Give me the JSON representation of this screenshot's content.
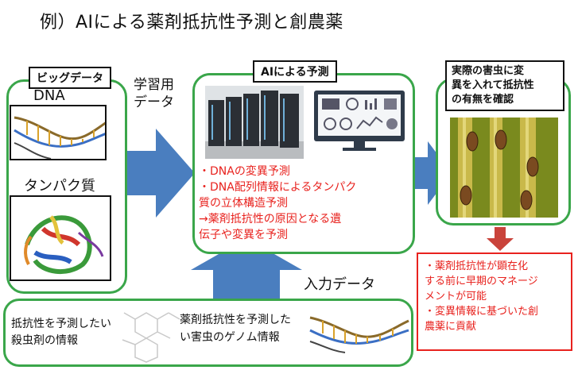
{
  "title": "例）AIによる薬剤抵抗性予測と創農薬",
  "left_panel": {
    "tag": "ビッグデータ",
    "dna_label": "DNA",
    "protein_label": "タンパク質"
  },
  "training_label": [
    "学習用",
    "データ"
  ],
  "center_panel": {
    "tag": "AIによる予測",
    "items": [
      "・DNAの変異予測",
      "・DNA配列情報によるタンパク",
      "質の立体構造予測",
      "→薬剤抵抗性の原因となる遺",
      "伝子や変異を予測"
    ]
  },
  "right_panel": {
    "tag_lines": [
      "実際の害虫に変",
      "異を入れて抵抗性",
      "の有無を確認"
    ]
  },
  "outcome_box": {
    "lines": [
      "・薬剤抵抗性が顕在化",
      "する前に早期のマネージ",
      "メントが可能",
      "・変異情報に基づいた創",
      "農薬に貢献"
    ]
  },
  "input_label": "入力データ",
  "bottom_panel": {
    "left_text": [
      "抵抗性を予測したい",
      "殺虫剤の情報"
    ],
    "right_text": [
      "薬剤抵抗性を予測した",
      "い害虫のゲノム情報"
    ]
  },
  "colors": {
    "panel_border": "#3aa64a",
    "arrow_blue": "#4a7ebf",
    "accent_red": "#e8221e",
    "arrow_red": "#c9433b"
  }
}
